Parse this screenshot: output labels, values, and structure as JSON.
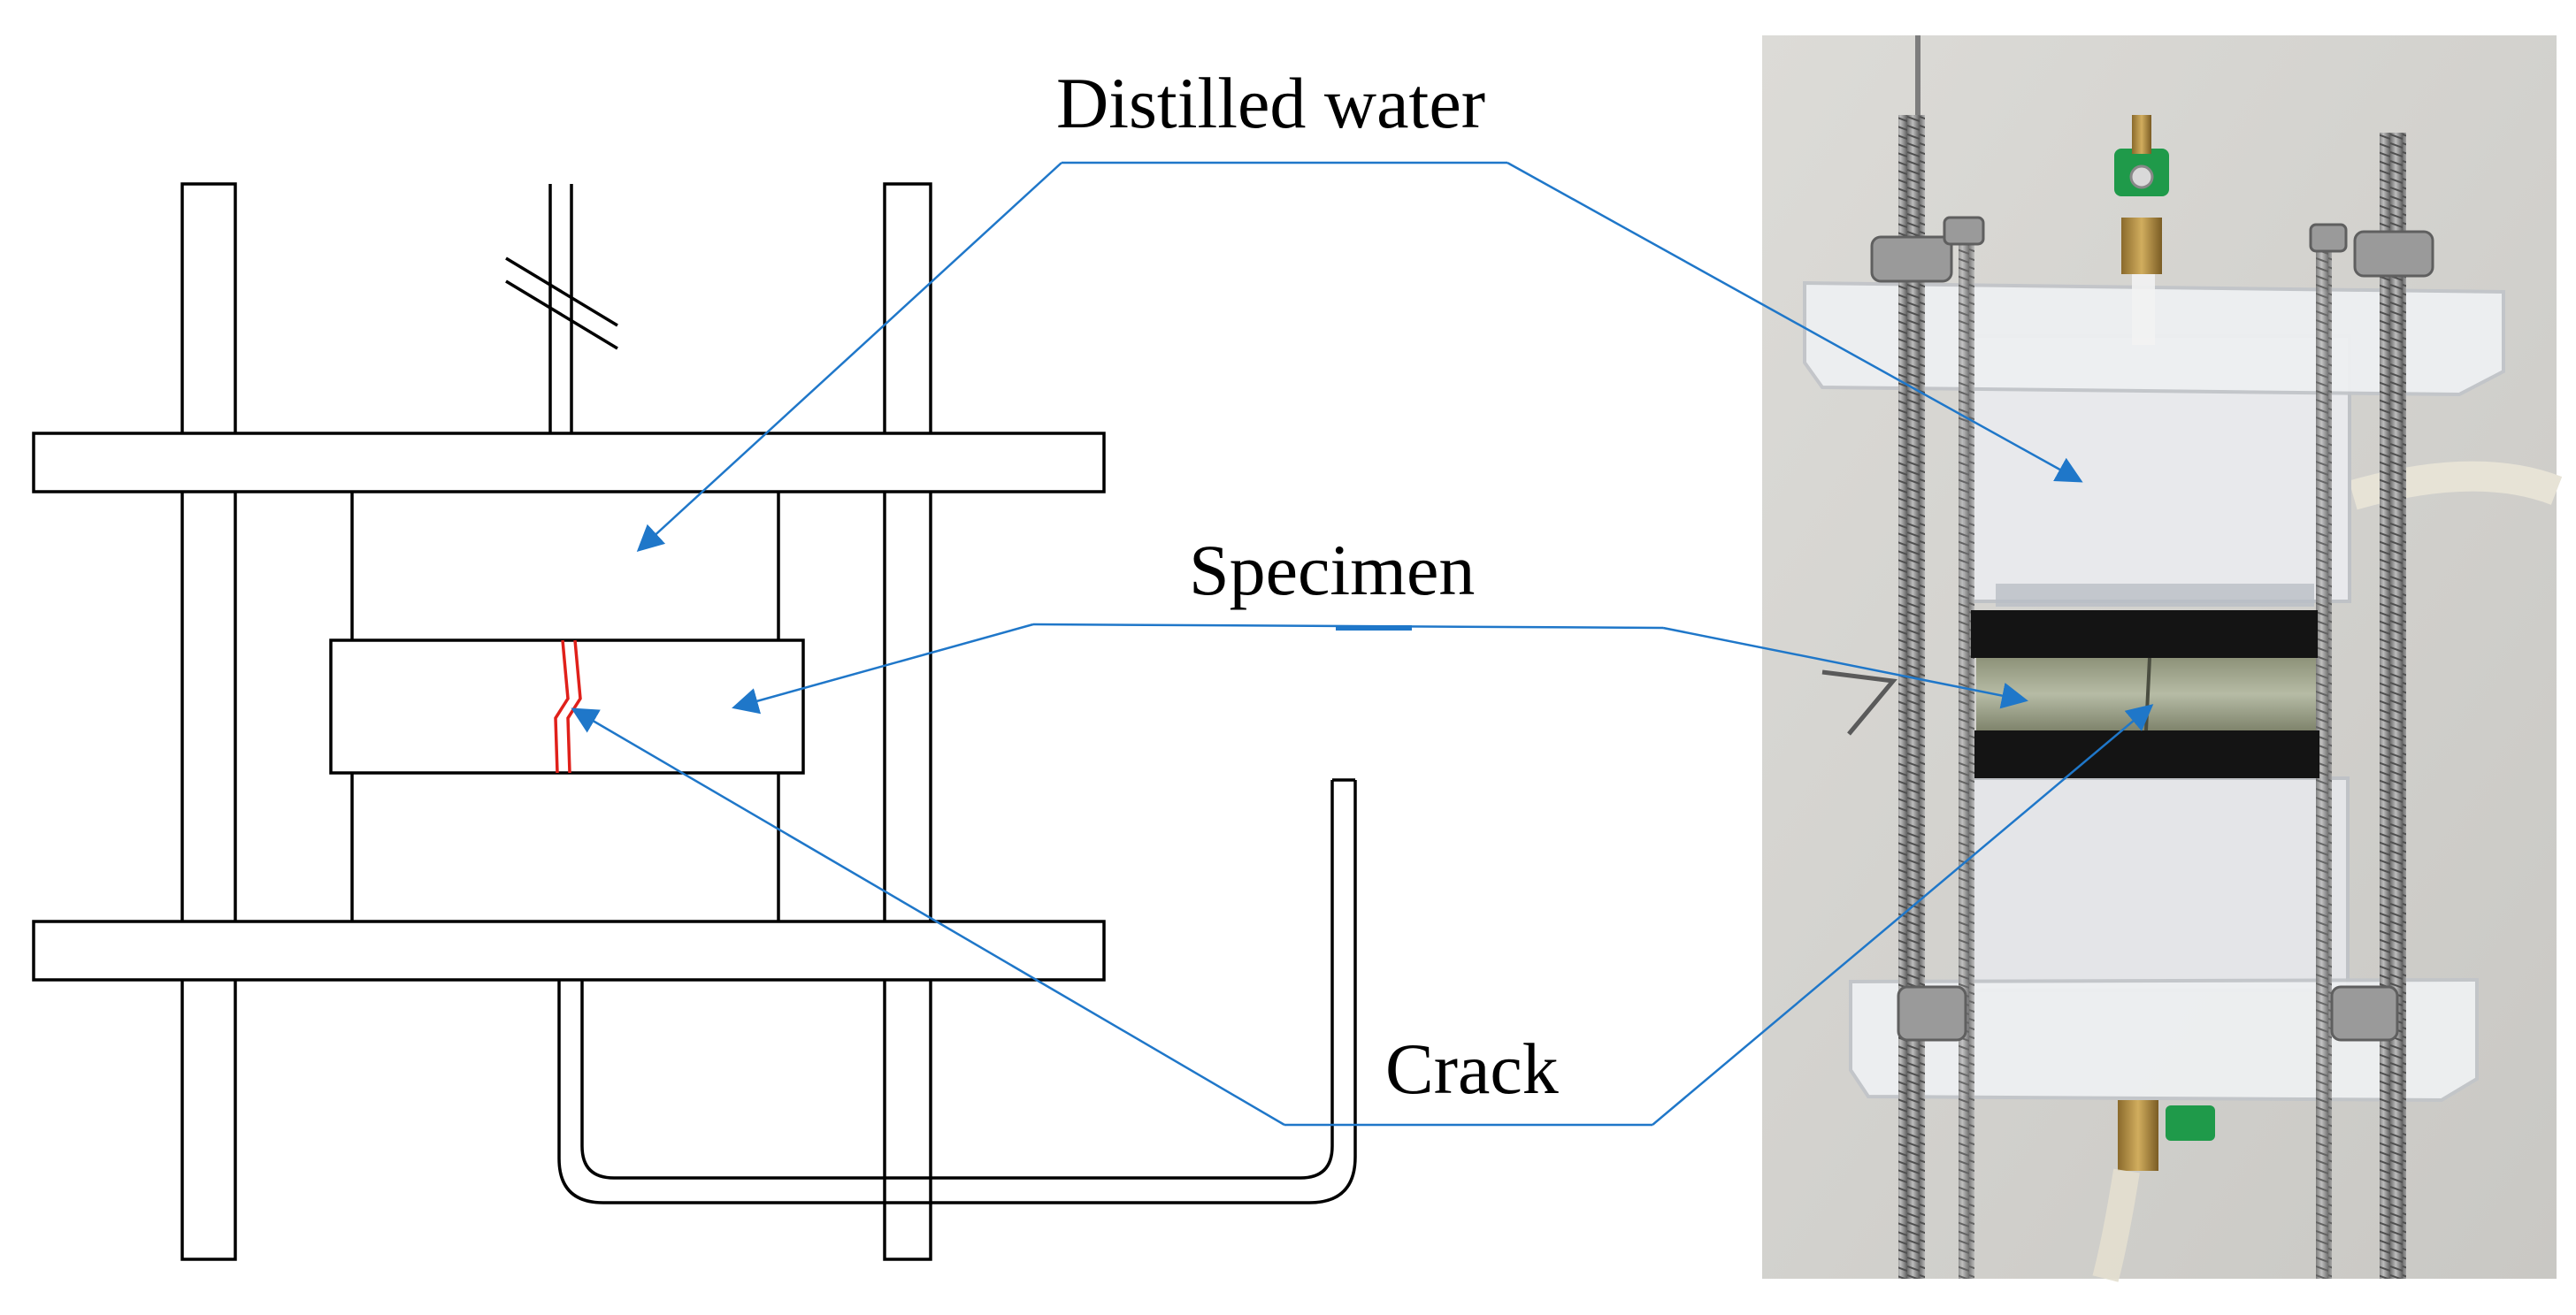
{
  "labels": {
    "distilled_water": "Distilled water",
    "specimen": "Specimen",
    "crack": "Crack"
  },
  "colors": {
    "leader_line": "#1f77c9",
    "crack": "#e0201a",
    "drawing": "#000000",
    "background": "#ffffff",
    "photo_wall": "#d7d6d2",
    "resin_band": "#141414",
    "valve_handle": "#1f9a4a",
    "brass": "#b08a3e"
  },
  "icons": {
    "leader_arrowhead": "triangle-arrowhead"
  }
}
